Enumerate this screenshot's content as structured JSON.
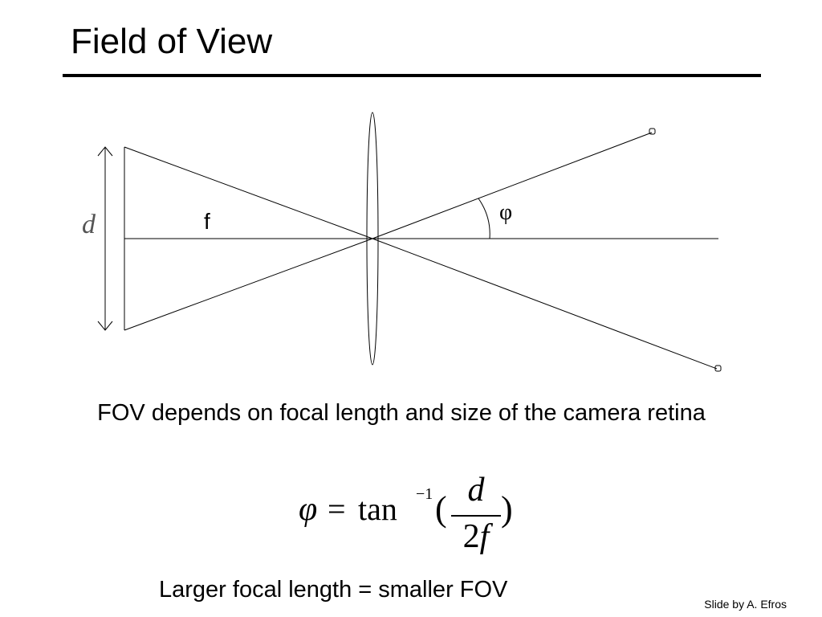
{
  "slide": {
    "title": "Field of View",
    "caption": "FOV depends on focal length and size of the camera retina",
    "bottom_note": "Larger focal length = smaller FOV",
    "credit": "Slide by A. Efros"
  },
  "diagram": {
    "label_d": "d",
    "label_f": "f",
    "label_phi": "φ"
  },
  "formula": {
    "lhs": "φ",
    "equals": "=",
    "function": "tan",
    "exponent": "−1",
    "open_paren": "(",
    "numerator": "d",
    "denominator_coef": "2",
    "denominator_var": "f",
    "close_paren": ")"
  }
}
